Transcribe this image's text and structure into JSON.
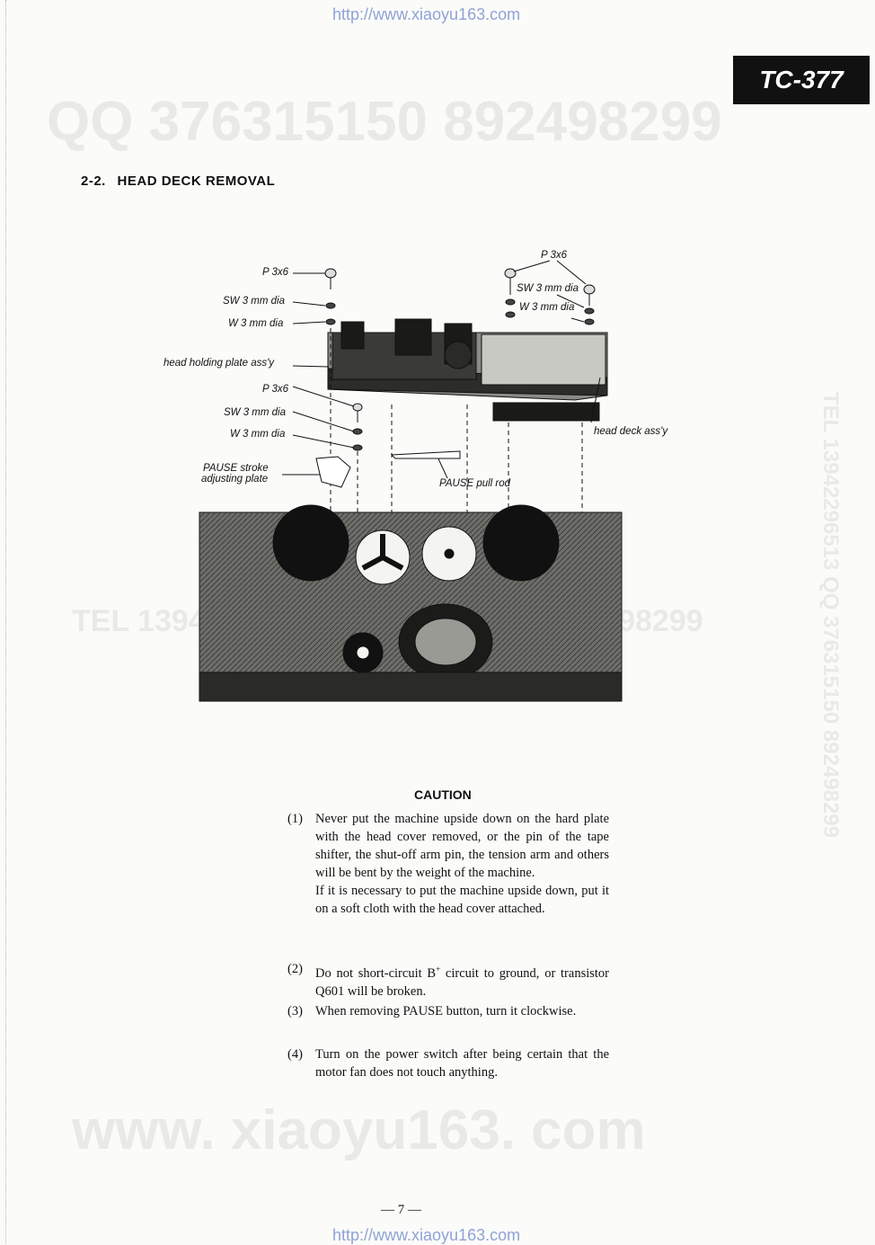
{
  "url": {
    "top": "http://www.xiaoyu163.com",
    "bottom": "http://www.xiaoyu163.com"
  },
  "model": "TC-377",
  "section": {
    "number": "2-2.",
    "title": "HEAD DECK REMOVAL"
  },
  "watermarks": {
    "qq_top": "QQ 376315150   892498299",
    "tel_mid": "TEL 13942296513   QQ 376315150   892498299",
    "tel_side": "TEL 13942296513   QQ 376315150   892498299",
    "www": "www. xiaoyu163. com"
  },
  "diagram_labels": {
    "p3x6_left": "P 3x6",
    "sw_left": "SW 3 mm dia",
    "w_left": "W 3 mm dia",
    "head_holding": "head holding plate ass'y",
    "p3x6_lower": "P 3x6",
    "sw_lower": "SW 3 mm dia",
    "w_lower": "W 3 mm dia",
    "pause_stroke_1": "PAUSE stroke",
    "pause_stroke_2": "adjusting plate",
    "pause_pull_rod": "PAUSE pull rod",
    "p3x6_right": "P 3x6",
    "sw_right": "SW 3 mm dia",
    "w_right": "W 3 mm dia",
    "head_deck": "head deck ass'y"
  },
  "caution": {
    "title": "CAUTION",
    "items": [
      {
        "num": "(1)",
        "text": "Never put the machine upside down on the hard plate with the head cover removed, or the pin of the tape shifter, the shut-off arm pin, the tension arm and others will be bent by the weight of the machine.",
        "text2": "If it is necessary to put the machine upside down, put it on a soft cloth with the head cover attached."
      },
      {
        "num": "(2)",
        "text_a": "Do not short-circuit B",
        "sup": "+",
        "text_b": " circuit to ground, or transistor Q601 will be broken."
      },
      {
        "num": "(3)",
        "text": "When removing PAUSE button, turn it clockwise."
      },
      {
        "num": "(4)",
        "text": "Turn on the power switch after being certain that the motor fan does not touch anything."
      }
    ]
  },
  "page_number": "— 7 —"
}
